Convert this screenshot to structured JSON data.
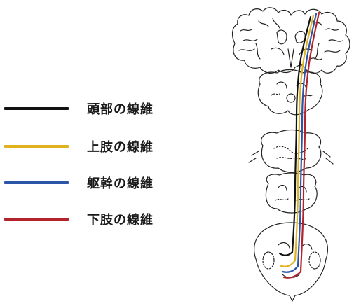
{
  "legend": {
    "items": [
      {
        "label": "頭部の線維",
        "color": "#111111"
      },
      {
        "label": "上肢の線維",
        "color": "#e0b21e"
      },
      {
        "label": "躯幹の線維",
        "color": "#2a55a8"
      },
      {
        "label": "下肢の線維",
        "color": "#b3232b"
      }
    ]
  },
  "diagram": {
    "outline_color": "#222222",
    "background": "#ffffff"
  }
}
